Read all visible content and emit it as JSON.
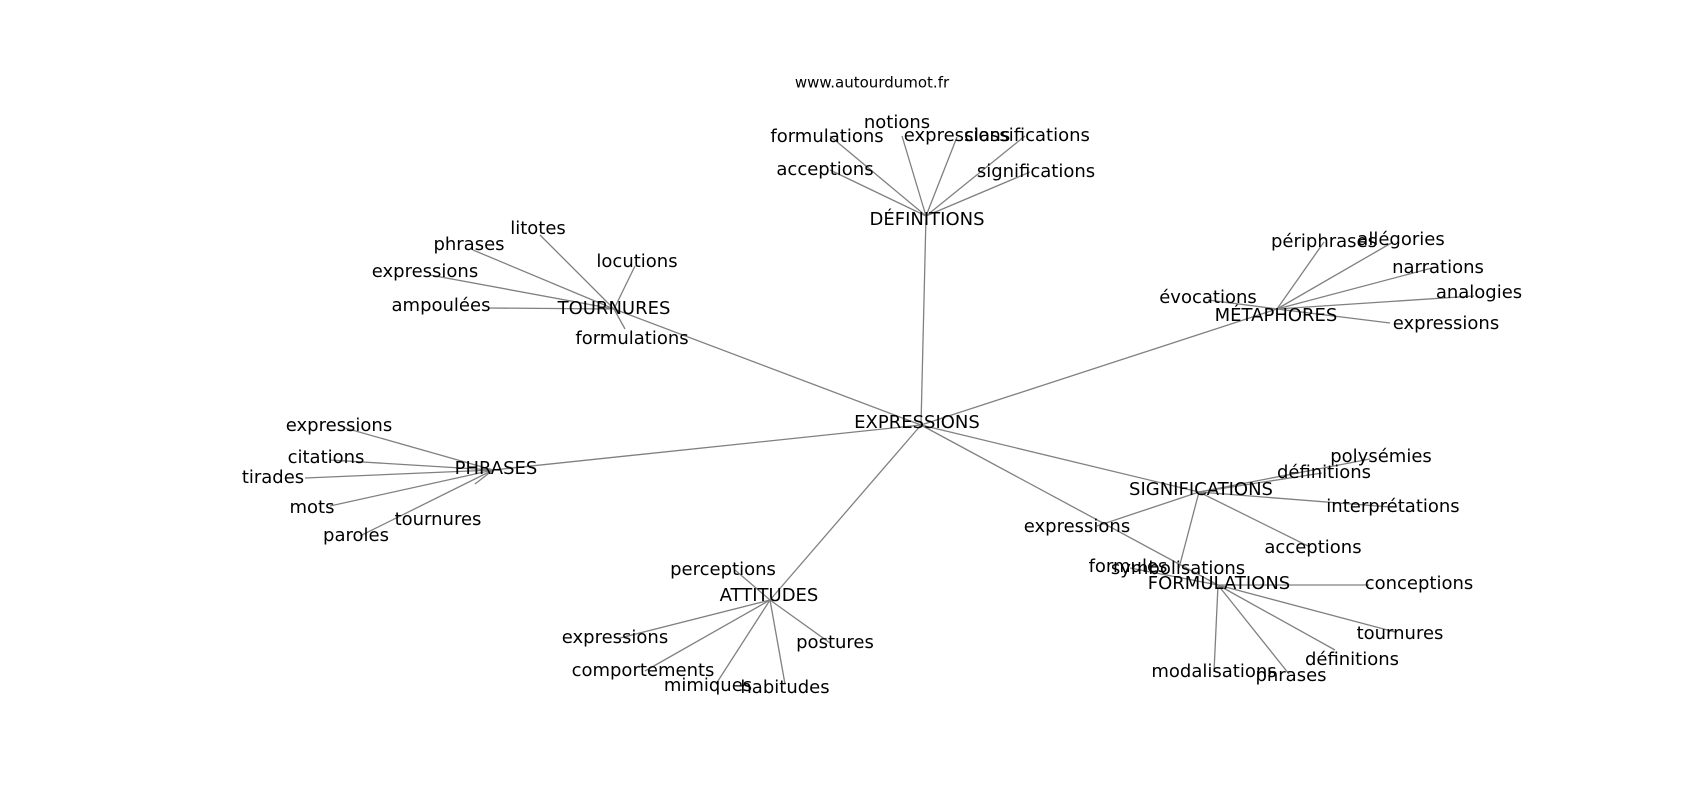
{
  "source": "www.autourdumot.fr",
  "center": "EXPRESSIONS",
  "clusters": [
    {
      "id": "definitions",
      "label": "DÉFINITIONS",
      "leaves": [
        "notions",
        "formulations",
        "expressions",
        "classifications",
        "acceptions",
        "significations"
      ]
    },
    {
      "id": "tournures",
      "label": "TOURNURES",
      "leaves": [
        "litotes",
        "phrases",
        "locutions",
        "expressions",
        "ampoulées",
        "formulations"
      ]
    },
    {
      "id": "metaphores",
      "label": "MÉTAPHORES",
      "leaves": [
        "périphrases",
        "allégories",
        "narrations",
        "analogies",
        "évocations",
        "expressions"
      ]
    },
    {
      "id": "phrases",
      "label": "PHRASES",
      "leaves": [
        "expressions",
        "citations",
        "tirades",
        "mots",
        "tournures",
        "paroles"
      ]
    },
    {
      "id": "significations",
      "label": "SIGNIFICATIONS",
      "leaves": [
        "polysémies",
        "définitions",
        "interprétations",
        "expressions",
        "acceptions",
        "symbolisations"
      ]
    },
    {
      "id": "formulations",
      "label": "FORMULATIONS",
      "leaves": [
        "formules",
        "conceptions",
        "tournures",
        "définitions",
        "modalisations",
        "phrases"
      ]
    },
    {
      "id": "attitudes",
      "label": "ATTITUDES",
      "leaves": [
        "perceptions",
        "expressions",
        "postures",
        "comportements",
        "mimiques",
        "habitudes"
      ]
    }
  ],
  "colors": {
    "edge": "#808080",
    "text": "#000000",
    "background": "#ffffff"
  }
}
